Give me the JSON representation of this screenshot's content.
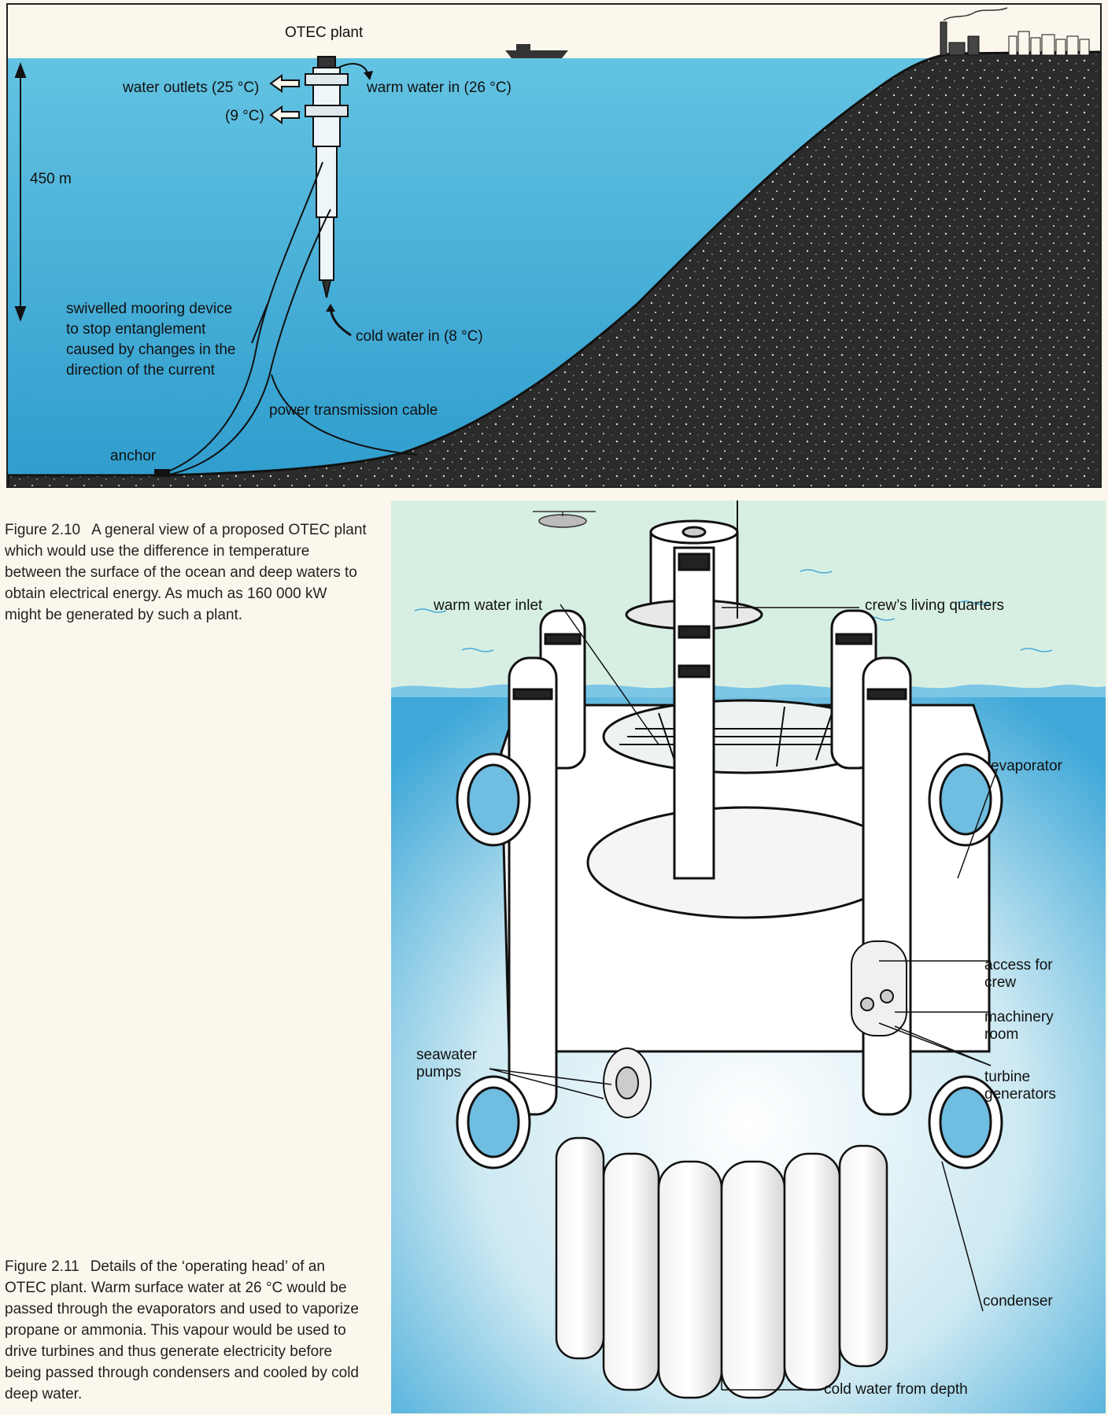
{
  "figure_2_10": {
    "labels": {
      "otec_plant": "OTEC plant",
      "water_outlets": "water outlets (25 °C)",
      "outlet_9c": "(9 °C)",
      "warm_water_in": "warm water in (26 °C)",
      "depth": "450 m",
      "mooring": "swivelled mooring device to stop entanglement caused by changes in the direction of the current",
      "cold_water_in": "cold water in (8 °C)",
      "power_cable": "power transmission cable",
      "anchor": "anchor"
    },
    "caption": {
      "number": "Figure 2.10",
      "text": "A general view of a proposed OTEC plant which would use the difference in temperature between the surface of the ocean and deep waters to obtain electrical energy. As much as 160 000 kW might be generated by such a plant."
    }
  },
  "figure_2_11": {
    "labels": {
      "warm_water_inlet": "warm water inlet",
      "crews_quarters": "crew’s living quarters",
      "evaporator": "evaporator",
      "access_for_crew": "access for crew",
      "machinery_room": "machinery room",
      "seawater_pumps": "seawater pumps",
      "turbine_generators": "turbine generators",
      "condenser": "condenser",
      "cold_water": "cold water from depth"
    },
    "caption": {
      "number": "Figure 2.11",
      "text": "Details of the ‘operating head’ of an OTEC plant. Warm surface water at 26 °C would be passed through the evaporators and used to vaporize propane or ammonia. This vapour would be used to drive turbines and thus generate electricity before being passed through condensers and cooled by cold deep water."
    }
  },
  "colors": {
    "sea_top": "#5cc0e0",
    "sea_bottom": "#2f9fd0",
    "seabed": "#2a2a2a",
    "pale_sea": "#d8efe4",
    "deep_band": "#4ab0dc",
    "paper": "#fbf7ec"
  }
}
